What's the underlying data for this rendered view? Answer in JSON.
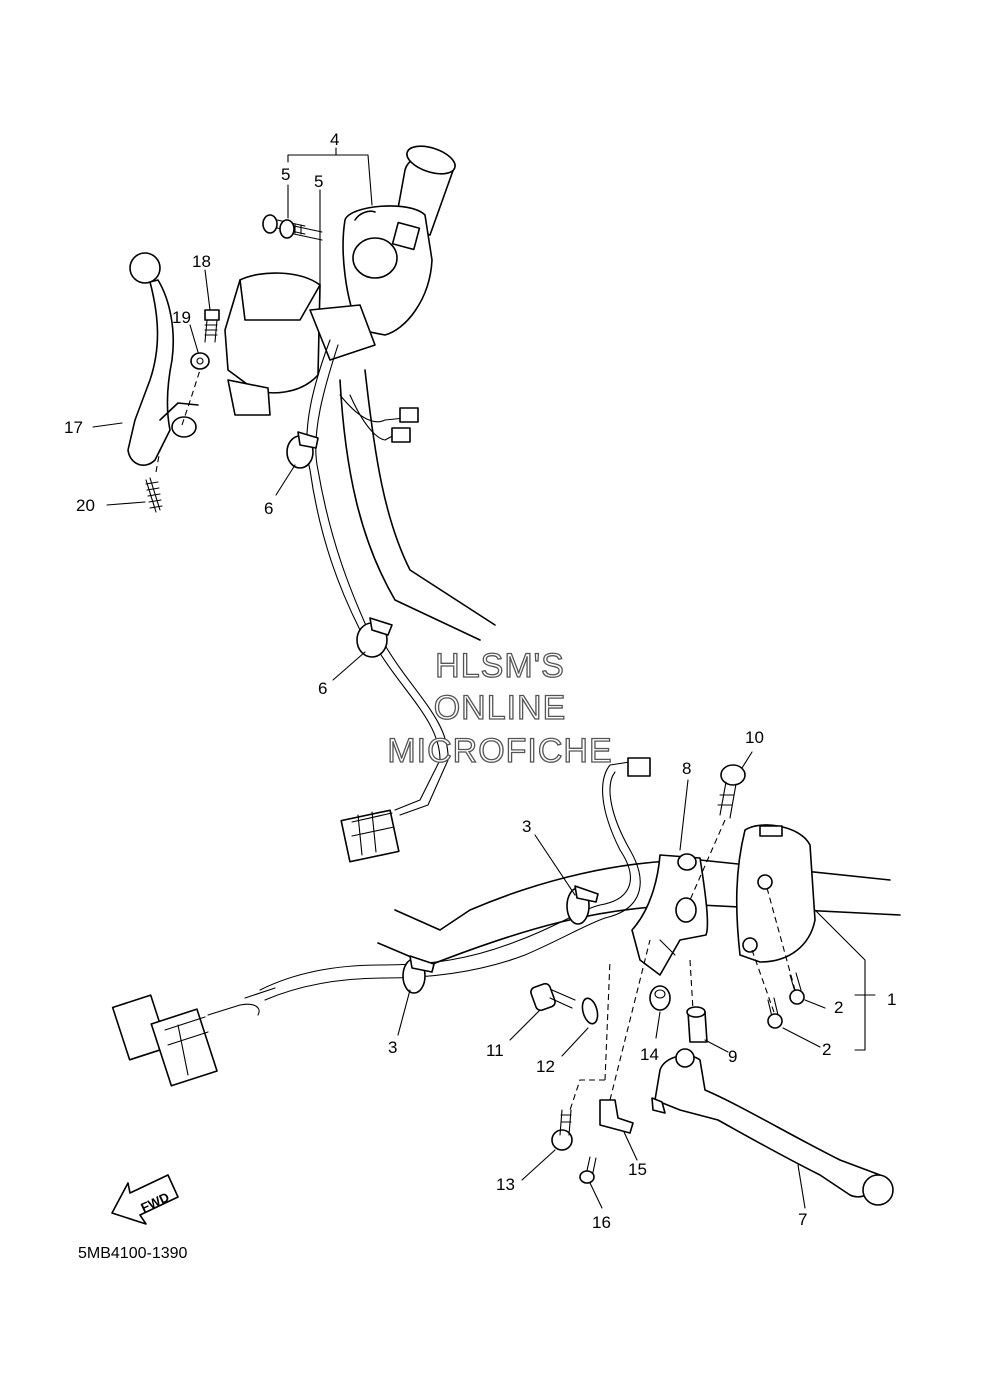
{
  "diagram": {
    "catalog_code": "5MB4100-1390",
    "direction_label": "FWD",
    "watermark": [
      "HLSM'S",
      "ONLINE",
      "MICROFICHE"
    ],
    "callouts": [
      "1",
      "2",
      "2",
      "3",
      "3",
      "4",
      "5",
      "5",
      "6",
      "6",
      "7",
      "8",
      "9",
      "10",
      "11",
      "12",
      "13",
      "14",
      "15",
      "16",
      "17",
      "18",
      "19",
      "20"
    ]
  }
}
